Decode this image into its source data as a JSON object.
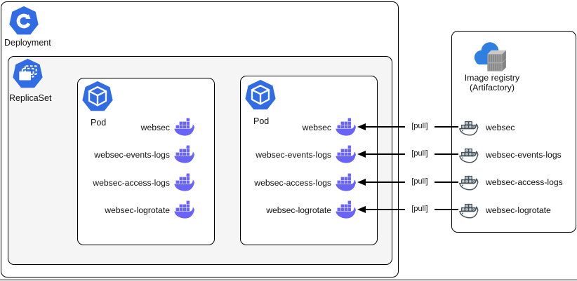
{
  "deployment": {
    "label": "Deployment"
  },
  "replicaset": {
    "label": "ReplicaSet"
  },
  "pod1": {
    "label": "Pod",
    "containers": [
      "websec",
      "websec-events-logs",
      "websec-access-logs",
      "websec-logrotate"
    ]
  },
  "pod2": {
    "label": "Pod",
    "containers": [
      "websec",
      "websec-events-logs",
      "websec-access-logs",
      "websec-logrotate"
    ]
  },
  "registry": {
    "title_line1": "Image registry",
    "title_line2": "(Artifactory)",
    "images": [
      "websec",
      "websec-events-logs",
      "websec-access-logs",
      "websec-logrotate"
    ]
  },
  "arrows": {
    "labels": [
      "[pull]",
      "[pull]",
      "[pull]",
      "[pull]"
    ]
  },
  "icons": {
    "deployment": "kubernetes-deployment-icon",
    "replicaset": "kubernetes-replicaset-icon",
    "pod": "kubernetes-pod-icon",
    "container": "docker-whale-icon",
    "registry_image": "docker-whale-outline-icon",
    "registry": "cloud-with-containers-icon",
    "pull": "left-arrow-icon"
  },
  "colors": {
    "kubernetes_blue": "#326ce5",
    "docker_purple": "#6964f5",
    "outline_slate": "#44525b",
    "replicaset_bg": "#f5f5f5",
    "cloud_blue": "#2e7fe0",
    "border": "#000000"
  }
}
